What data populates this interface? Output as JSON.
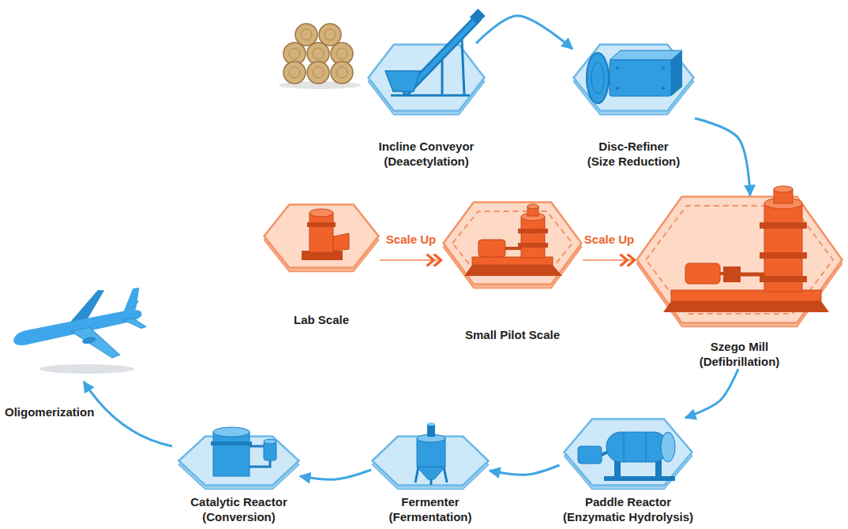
{
  "diagram": {
    "nodes": [
      {
        "text": [
          "Incline Conveyor",
          "(Deacetylation)"
        ]
      },
      {
        "text": [
          "Disc-Refiner",
          "(Size Reduction)"
        ]
      },
      {
        "text": [
          "Lab Scale"
        ]
      },
      {
        "text": [
          "Small Pilot Scale"
        ]
      },
      {
        "text": [
          "Szego Mill",
          "(Defibrillation)"
        ]
      },
      {
        "text": [
          "Paddle Reactor",
          "(Enzymatic Hydrolysis)"
        ]
      },
      {
        "text": [
          "Fermenter",
          "(Fermentation)"
        ]
      },
      {
        "text": [
          "Catalytic Reactor",
          "(Conversion)"
        ]
      }
    ],
    "edges": [
      {
        "from": 0,
        "to": 1,
        "arrow": "to"
      },
      {
        "from": 1,
        "to": 4,
        "arrow": "to"
      },
      {
        "from": 2,
        "to": 3,
        "label": "Scale Up",
        "arrow": "to"
      },
      {
        "from": 3,
        "to": 4,
        "label": "Scale Up",
        "arrow": "to"
      },
      {
        "from": 4,
        "to": 5,
        "arrow": "to"
      },
      {
        "from": 5,
        "to": 6,
        "arrow": "to"
      },
      {
        "from": 6,
        "to": 7,
        "arrow": "to"
      }
    ],
    "labels": [
      "Oligomerization"
    ]
  }
}
